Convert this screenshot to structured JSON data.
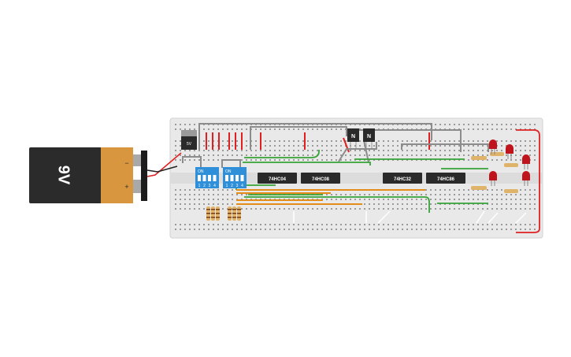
{
  "battery": {
    "voltage_label": "9V",
    "minus_symbol": "−",
    "plus_symbol": "+"
  },
  "regulator": {
    "label": "5V"
  },
  "dip_switches": [
    {
      "on_label": "ON",
      "numbers": [
        "1",
        "2",
        "3",
        "4"
      ]
    },
    {
      "on_label": "ON",
      "numbers": [
        "1",
        "2",
        "3",
        "4"
      ]
    }
  ],
  "chips": [
    {
      "label": "74HC04"
    },
    {
      "label": "74HC08"
    },
    {
      "label": "74HC32"
    },
    {
      "label": "74HC86"
    }
  ],
  "transistors": [
    {
      "label": "N"
    },
    {
      "label": "N"
    }
  ],
  "leds": {
    "count": 5,
    "color": "#c0141c"
  },
  "colors": {
    "breadboard": "#e9e9e9",
    "battery_body": "#2b2b2b",
    "battery_cap": "#d8973f",
    "wire_red": "#e02020",
    "wire_gray": "#8c8c8c",
    "wire_green": "#36a336",
    "wire_orange": "#e38c1a",
    "chip": "#2a2a2a",
    "dip_switch": "#2f8fd8"
  }
}
